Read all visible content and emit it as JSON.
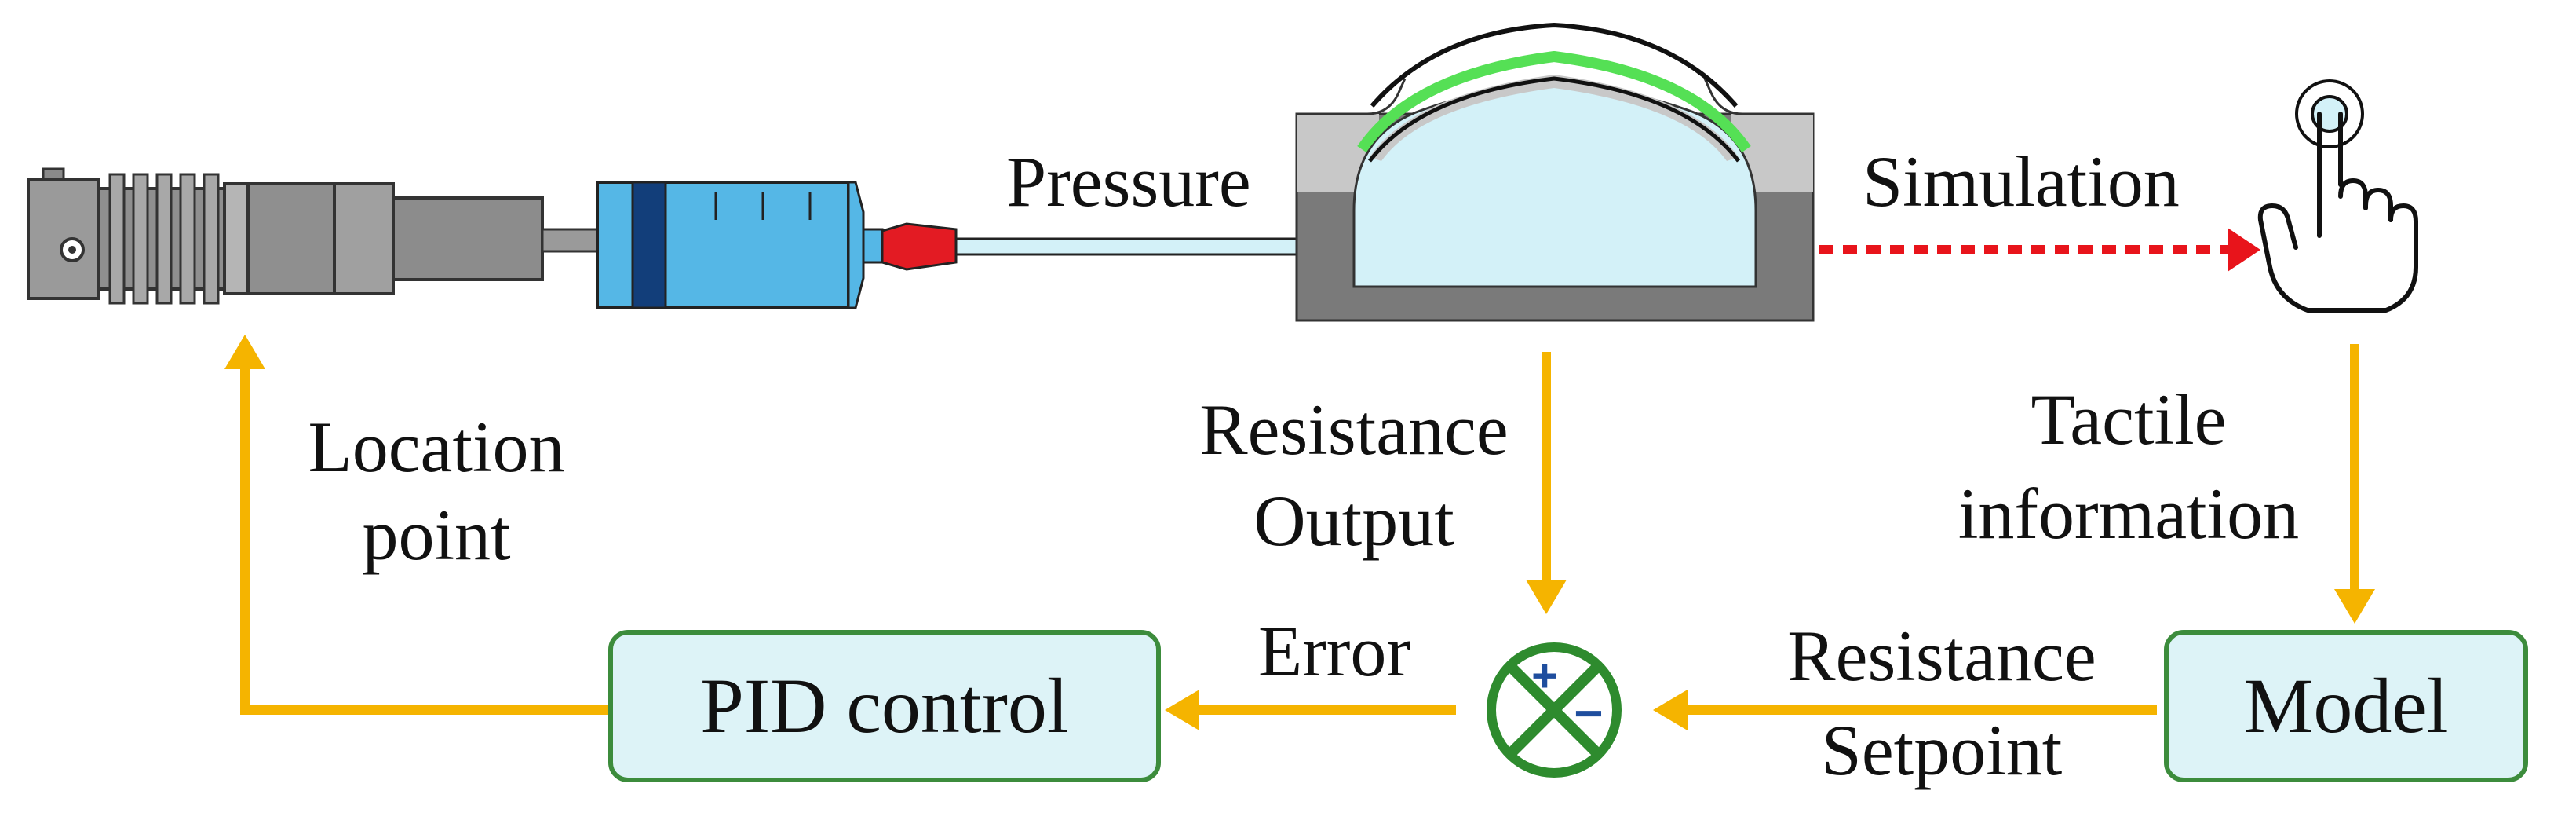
{
  "labels": {
    "pressure": "Pressure",
    "simulation": "Simulation",
    "location_line1": "Location",
    "location_line2": "point",
    "resistance_output_line1": "Resistance",
    "resistance_output_line2": "Output",
    "tactile_line1": "Tactile",
    "tactile_line2": "information",
    "error": "Error",
    "resistance_setpoint_line1": "Resistance",
    "resistance_setpoint_line2": "Setpoint"
  },
  "boxes": {
    "pid": "PID control",
    "model": "Model"
  },
  "summing_junction": {
    "plus": "+",
    "minus": "−"
  },
  "colors": {
    "arrow": "#F5B400",
    "simulation_arrow": "#E8141B",
    "box_fill": "#DDF3F7",
    "box_border": "#3C8C3C",
    "junction": "#2E8B2E",
    "sign": "#1F4E9E",
    "syringe": "#55B7E6",
    "syringe_band": "#123E7A",
    "nozzle": "#E31B23",
    "fluid": "#D3F1F8",
    "housing": "#7A7A7A",
    "green_film": "#55E055"
  },
  "icons": {
    "motor": "stepper-motor-icon",
    "syringe": "syringe-icon",
    "chamber": "pressure-chamber-icon",
    "finger": "touch-finger-icon"
  }
}
